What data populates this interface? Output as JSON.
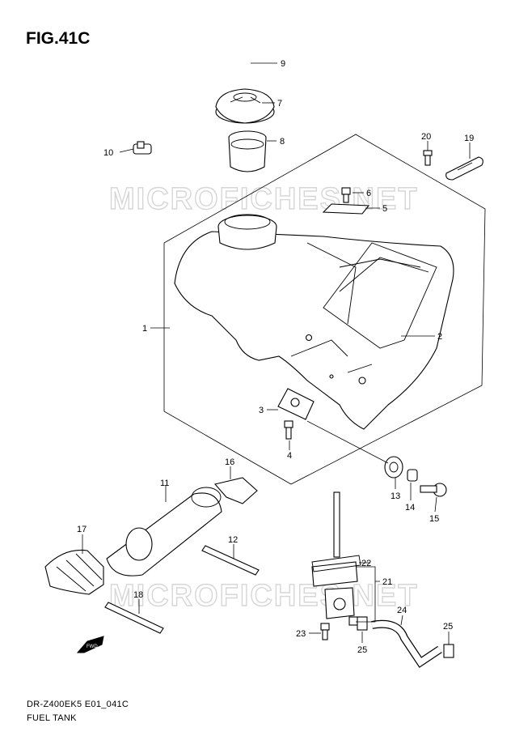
{
  "figure": {
    "title": "FIG.41C",
    "model_code": "DR-Z400EK5 E01_041C",
    "section_name": "FUEL TANK",
    "watermark": "MICROFICHES.NET",
    "front_marker": "FWD"
  },
  "callouts": {
    "c1": "1",
    "c2": "2",
    "c3": "3",
    "c4": "4",
    "c5": "5",
    "c6": "6",
    "c7": "7",
    "c8": "8",
    "c9": "9",
    "c10": "10",
    "c11": "11",
    "c12": "12",
    "c13": "13",
    "c14": "14",
    "c15": "15",
    "c16": "16",
    "c17": "17",
    "c18": "18",
    "c19": "19",
    "c20": "20",
    "c21": "21",
    "c22": "22",
    "c23": "23",
    "c24": "24",
    "c25a": "25",
    "c25b": "25"
  }
}
